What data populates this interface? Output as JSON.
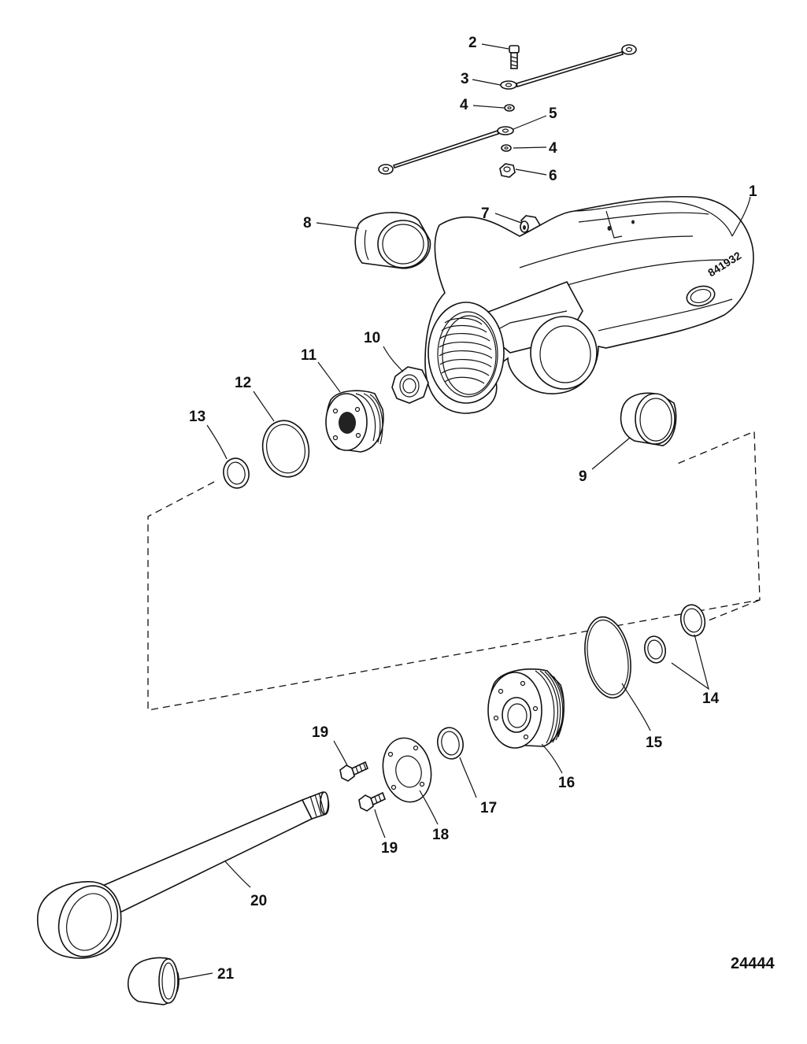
{
  "diagram": {
    "reference_number": "24444",
    "housing_stamp": "841932",
    "callouts": [
      {
        "id": "1",
        "label": "1"
      },
      {
        "id": "2",
        "label": "2"
      },
      {
        "id": "3",
        "label": "3"
      },
      {
        "id": "4a",
        "label": "4"
      },
      {
        "id": "4b",
        "label": "4"
      },
      {
        "id": "5",
        "label": "5"
      },
      {
        "id": "6",
        "label": "6"
      },
      {
        "id": "7",
        "label": "7"
      },
      {
        "id": "8",
        "label": "8"
      },
      {
        "id": "9",
        "label": "9"
      },
      {
        "id": "10",
        "label": "10"
      },
      {
        "id": "11",
        "label": "11"
      },
      {
        "id": "12",
        "label": "12"
      },
      {
        "id": "13",
        "label": "13"
      },
      {
        "id": "14",
        "label": "14"
      },
      {
        "id": "15",
        "label": "15"
      },
      {
        "id": "16",
        "label": "16"
      },
      {
        "id": "17",
        "label": "17"
      },
      {
        "id": "18",
        "label": "18"
      },
      {
        "id": "19a",
        "label": "19"
      },
      {
        "id": "19b",
        "label": "19"
      },
      {
        "id": "20",
        "label": "20"
      },
      {
        "id": "21",
        "label": "21"
      }
    ]
  }
}
